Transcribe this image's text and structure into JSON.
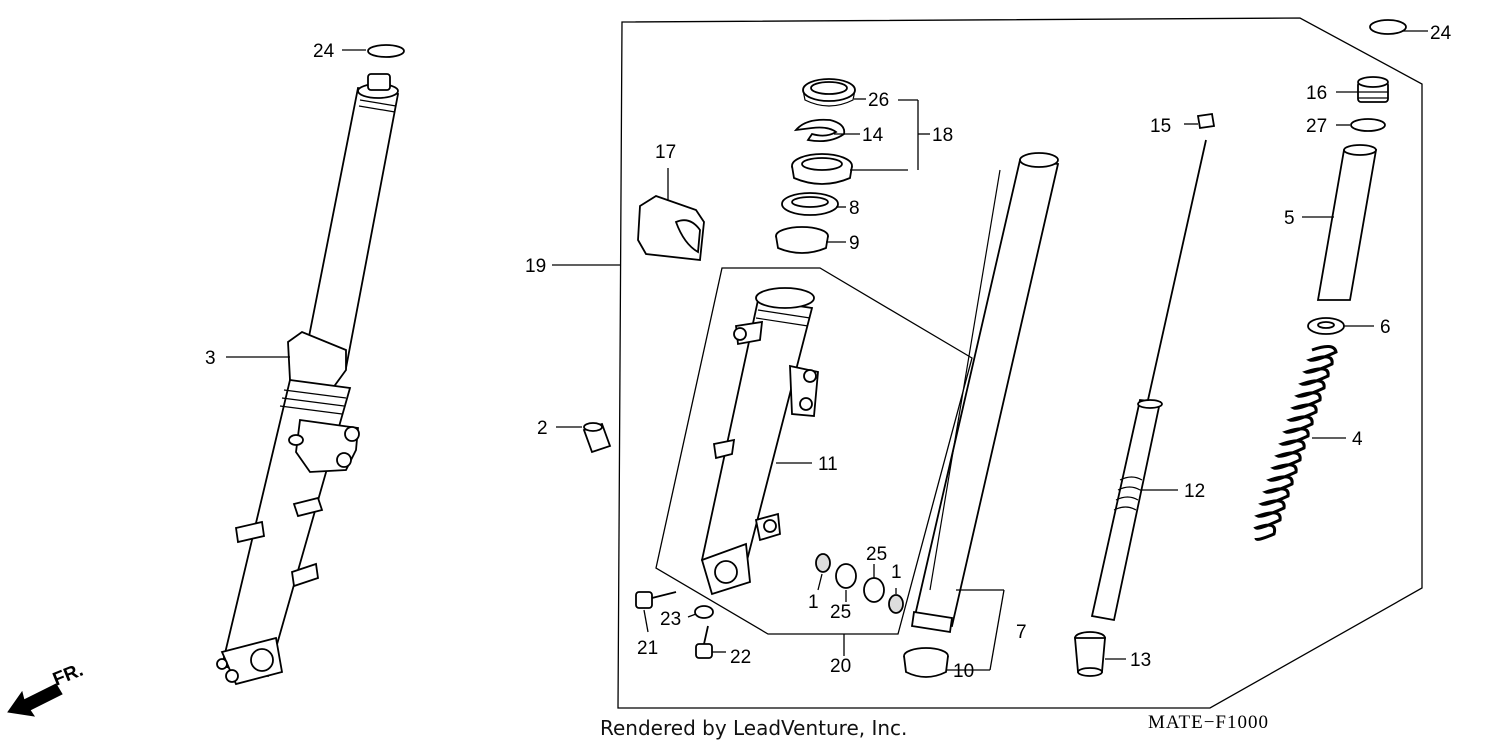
{
  "labels": {
    "p1a": "1",
    "p1b": "1",
    "p2": "2",
    "p3": "3",
    "p4": "4",
    "p5": "5",
    "p6": "6",
    "p7": "7",
    "p8": "8",
    "p9": "9",
    "p10": "10",
    "p11": "11",
    "p12": "12",
    "p13": "13",
    "p14": "14",
    "p15": "15",
    "p16": "16",
    "p17": "17",
    "p18": "18",
    "p19": "19",
    "p20": "20",
    "p21": "21",
    "p22": "22",
    "p23": "23",
    "p24a": "24",
    "p24b": "24",
    "p25a": "25",
    "p25b": "25",
    "p26": "26",
    "p27": "27"
  },
  "direction_label": "FR.",
  "footer": {
    "credit": "Rendered by LeadVenture, Inc.",
    "code": "MATE−F1000"
  }
}
